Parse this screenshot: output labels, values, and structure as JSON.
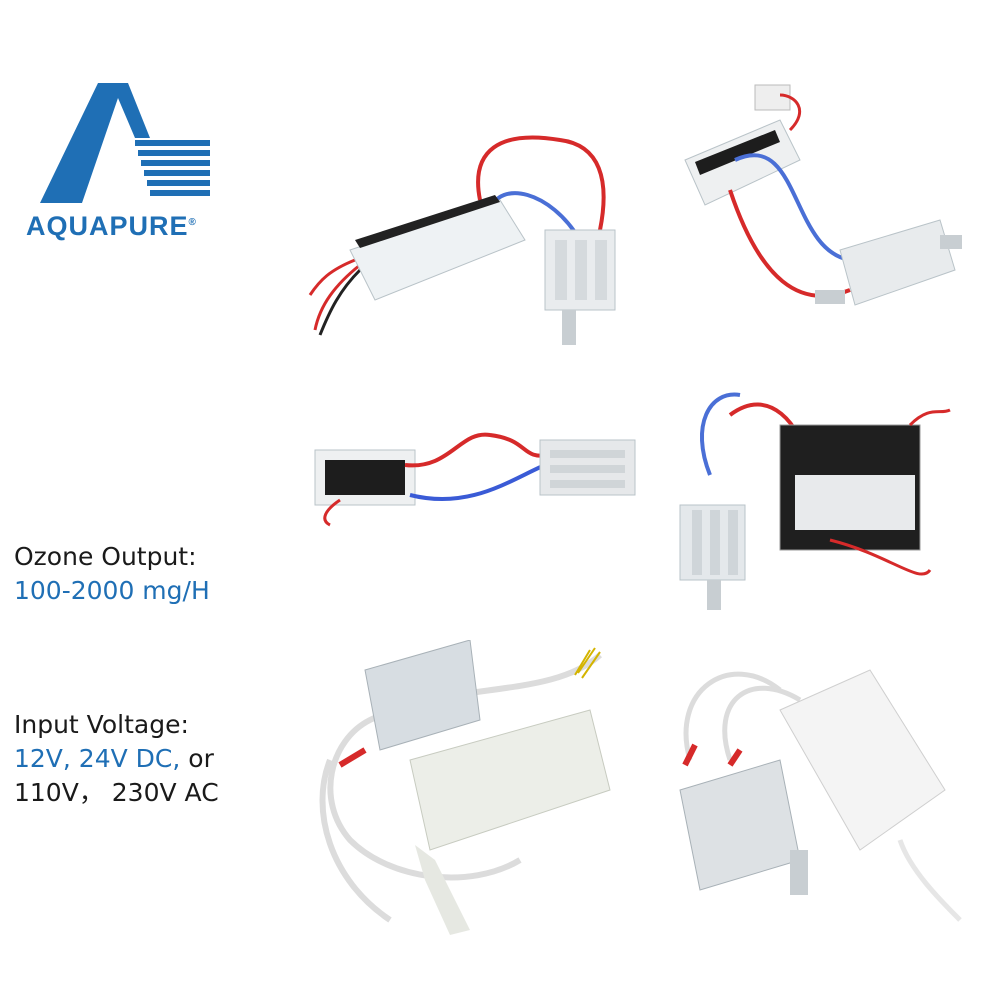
{
  "logo": {
    "name": "AQUAPURE",
    "registered": "®"
  },
  "specs": {
    "ozone_label": "Ozone Output:",
    "ozone_value": "100-2000 mg/H",
    "voltage_label": "Input Voltage:",
    "voltage_dc": "12V, 24V DC,",
    "voltage_or": " or",
    "voltage_ac": "110V，  230V AC"
  },
  "products": [
    {
      "icon": "ozone-generator-photo"
    },
    {
      "icon": "ozone-generator-photo"
    },
    {
      "icon": "ozone-generator-photo"
    },
    {
      "icon": "ozone-generator-photo"
    },
    {
      "icon": "ozone-generator-photo"
    },
    {
      "icon": "ozone-generator-photo"
    }
  ],
  "colors": {
    "brand": "#1f6fb5",
    "text": "#1a1a1a",
    "wire_red": "#d62a2a",
    "wire_blue": "#4a6fd6"
  }
}
